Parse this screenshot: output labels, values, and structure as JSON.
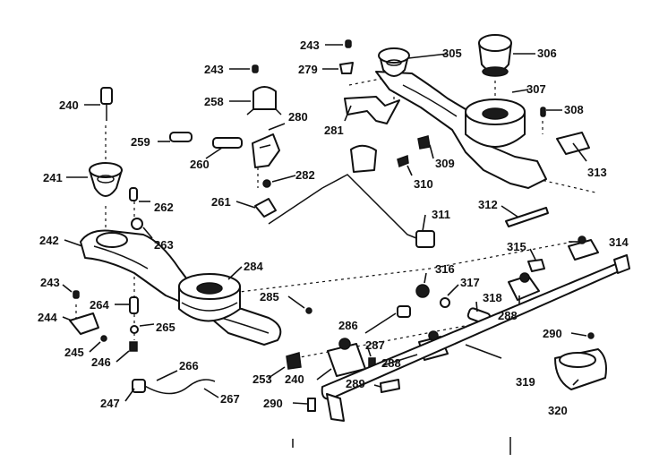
{
  "diagram": {
    "callouts": [
      {
        "id": "c240a",
        "text": "240"
      },
      {
        "id": "c241",
        "text": "241"
      },
      {
        "id": "c242",
        "text": "242"
      },
      {
        "id": "c243a",
        "text": "243"
      },
      {
        "id": "c243b",
        "text": "243"
      },
      {
        "id": "c243c",
        "text": "243"
      },
      {
        "id": "c244",
        "text": "244"
      },
      {
        "id": "c245",
        "text": "245"
      },
      {
        "id": "c246",
        "text": "246"
      },
      {
        "id": "c247",
        "text": "247"
      },
      {
        "id": "c253",
        "text": "253"
      },
      {
        "id": "c258",
        "text": "258"
      },
      {
        "id": "c259",
        "text": "259"
      },
      {
        "id": "c260",
        "text": "260"
      },
      {
        "id": "c261",
        "text": "261"
      },
      {
        "id": "c262",
        "text": "262"
      },
      {
        "id": "c263",
        "text": "263"
      },
      {
        "id": "c264",
        "text": "264"
      },
      {
        "id": "c265",
        "text": "265"
      },
      {
        "id": "c266",
        "text": "266"
      },
      {
        "id": "c267",
        "text": "267"
      },
      {
        "id": "c279",
        "text": "279"
      },
      {
        "id": "c280",
        "text": "280"
      },
      {
        "id": "c281",
        "text": "281"
      },
      {
        "id": "c282",
        "text": "282"
      },
      {
        "id": "c284",
        "text": "284"
      },
      {
        "id": "c285",
        "text": "285"
      },
      {
        "id": "c286",
        "text": "286"
      },
      {
        "id": "c287",
        "text": "287"
      },
      {
        "id": "c288a",
        "text": "288"
      },
      {
        "id": "c288b",
        "text": "288"
      },
      {
        "id": "c289",
        "text": "289"
      },
      {
        "id": "c290a",
        "text": "290"
      },
      {
        "id": "c290b",
        "text": "290"
      },
      {
        "id": "c305",
        "text": "305"
      },
      {
        "id": "c306",
        "text": "306"
      },
      {
        "id": "c307",
        "text": "307"
      },
      {
        "id": "c308",
        "text": "308"
      },
      {
        "id": "c309",
        "text": "309"
      },
      {
        "id": "c310",
        "text": "310"
      },
      {
        "id": "c311",
        "text": "311"
      },
      {
        "id": "c312",
        "text": "312"
      },
      {
        "id": "c313",
        "text": "313"
      },
      {
        "id": "c314",
        "text": "314"
      },
      {
        "id": "c315",
        "text": "315"
      },
      {
        "id": "c316",
        "text": "316"
      },
      {
        "id": "c317",
        "text": "317"
      },
      {
        "id": "c318",
        "text": "318"
      },
      {
        "id": "c319",
        "text": "319"
      },
      {
        "id": "c320",
        "text": "320"
      },
      {
        "id": "c240b",
        "text": "240"
      }
    ]
  }
}
